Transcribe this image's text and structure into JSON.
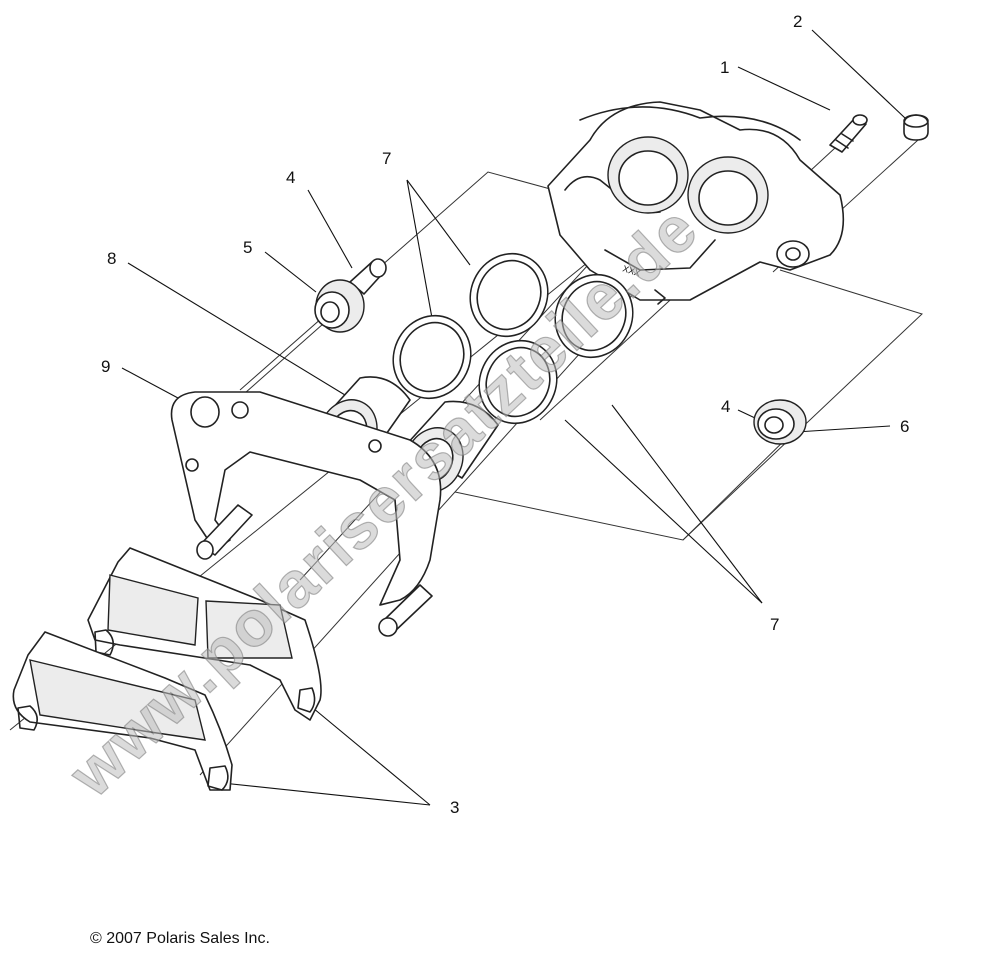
{
  "diagram": {
    "callouts": {
      "c1": "1",
      "c2": "2",
      "c3": "3",
      "c4a": "4",
      "c4b": "4",
      "c5": "5",
      "c6": "6",
      "c7a": "7",
      "c7b": "7",
      "c8": "8",
      "c9": "9"
    },
    "caliper_mark": "XXX",
    "watermark": "www.polarisersatzteile.de",
    "copyright": "© 2007 Polaris Sales Inc."
  }
}
